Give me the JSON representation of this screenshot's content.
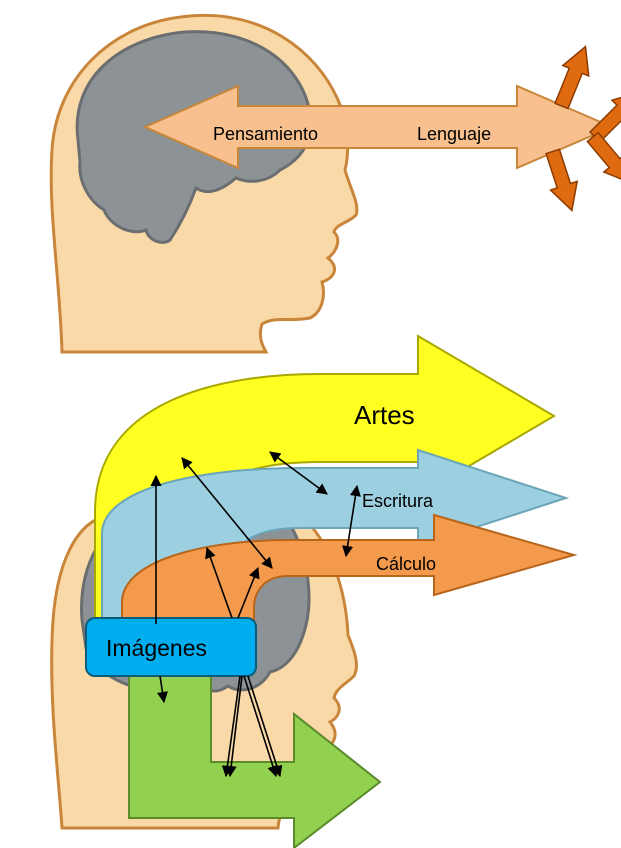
{
  "top_panel": {
    "left_label": "Pensamiento",
    "right_label": "Lenguaje"
  },
  "bottom_panel": {
    "arts_label": "Artes",
    "writing_label": "Escritura",
    "calc_label": "Cálculo",
    "images_label": "Imágenes"
  },
  "colors": {
    "skin": "#FAD9A8",
    "outline": "#C9863A",
    "brain": "#8C9296",
    "brain_outline": "#6B6E70",
    "language_arrow": "#F7C08E",
    "burst_arrows": "#E06A10",
    "arts": "#FFFF22",
    "writing": "#9CCFE0",
    "calc": "#F39A4C",
    "images": "#00AEEF",
    "motor": "#92D050"
  }
}
